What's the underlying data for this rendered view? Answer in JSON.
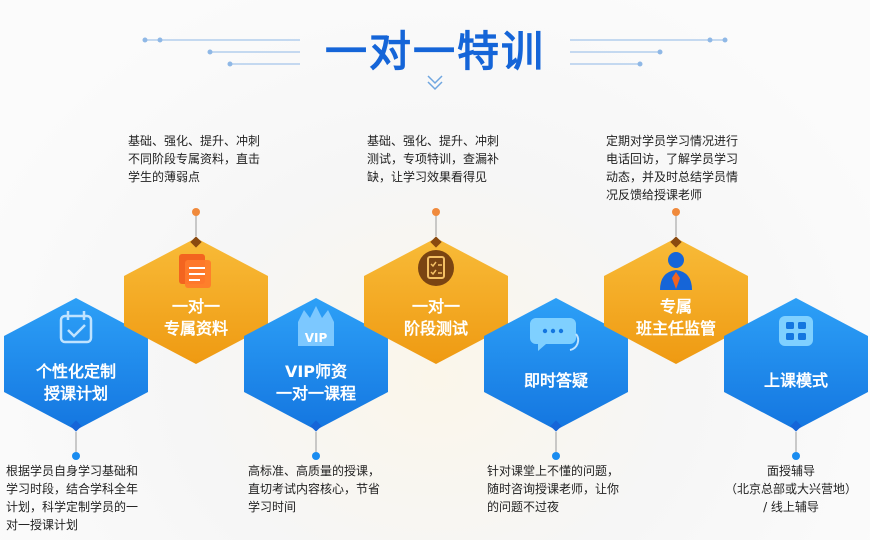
{
  "title": "一对一特训",
  "colors": {
    "blue": "#1a8cf0",
    "orange": "#f4aa1e",
    "title": "#1565d8"
  },
  "items": [
    {
      "label_1": "个性化定制",
      "label_2": "授课计划",
      "icon": "calendar-check-icon",
      "desc": "根据学员自身学习基础和\n学习时段，结合学科全年\n计划，科学定制学员的一\n对一授课计划"
    },
    {
      "label_1": "一对一",
      "label_2": "专属资料",
      "icon": "document-stack-icon",
      "desc": "基础、强化、提升、冲刺\n不同阶段专属资料，直击\n学生的薄弱点"
    },
    {
      "label_1": "VIP师资",
      "label_2": "一对一课程",
      "icon": "vip-crown-icon",
      "desc": "高标准、高质量的授课，\n直切考试内容核心，节省\n学习时间"
    },
    {
      "label_1": "一对一",
      "label_2": "阶段测试",
      "icon": "checklist-icon",
      "desc": "基础、强化、提升、冲刺\n测试，专项特训，查漏补\n缺，让学习效果看得见"
    },
    {
      "label_1": "即时答疑",
      "label_2": "",
      "icon": "chat-bubble-icon",
      "desc": "针对课堂上不懂的问题，\n随时咨询授课老师，让你\n的问题不过夜"
    },
    {
      "label_1": "专属",
      "label_2": "班主任监管",
      "icon": "manager-icon",
      "desc": "定期对学员学习情况进行\n电话回访，了解学员学习\n动态，并及时总结学员情\n况反馈给授课老师"
    },
    {
      "label_1": "上课模式",
      "label_2": "",
      "icon": "grid-apps-icon",
      "desc": "面授辅导\n（北京总部或大兴营地）\n/  线上辅导"
    }
  ]
}
